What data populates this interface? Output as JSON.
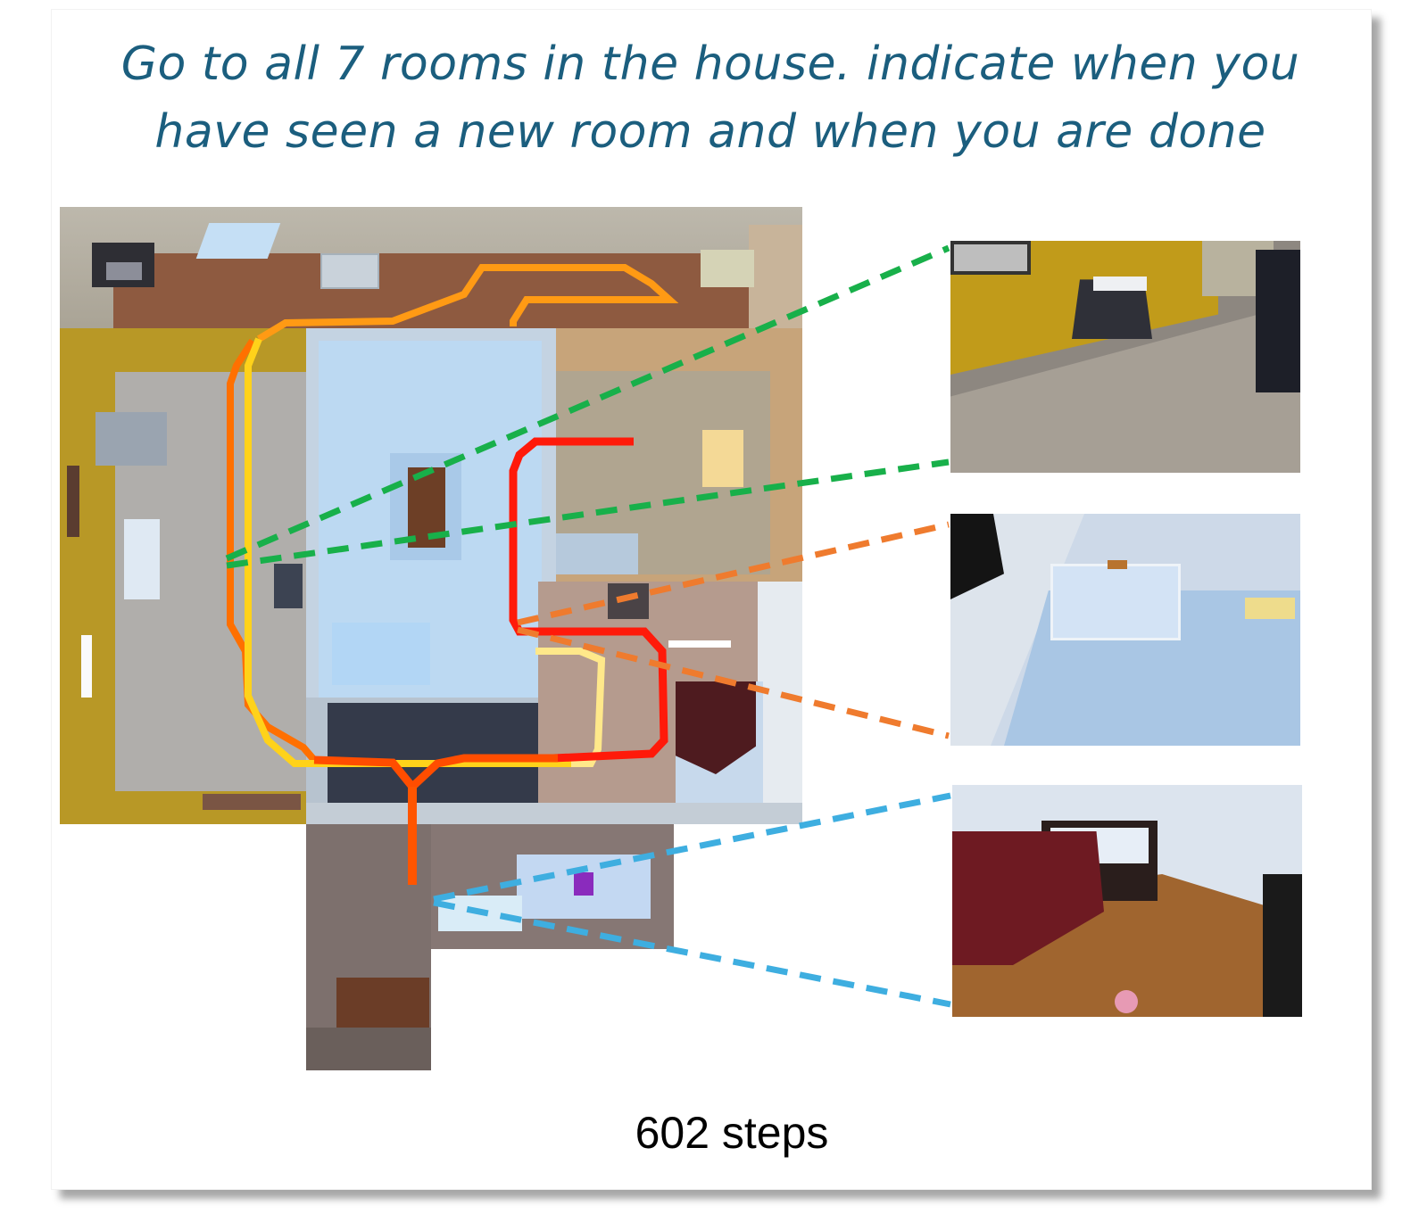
{
  "instruction": {
    "line1": "Go to all 7 rooms in the house. indicate when you",
    "line2": "have seen a new room and when you are done",
    "color": "#1b5e7e"
  },
  "map": {
    "label": "top-down house map",
    "rooms": [
      "top hallway",
      "left dining room",
      "center kitchen",
      "upper right room",
      "right bedroom",
      "center bathroom",
      "bottom living room"
    ],
    "paths": [
      {
        "name": "orange-path",
        "color": "#ff9a14"
      },
      {
        "name": "dark-orange-path",
        "color": "#ff6a00"
      },
      {
        "name": "yellow-path",
        "color": "#ffd21a"
      },
      {
        "name": "red-path",
        "color": "#ff1a0a"
      },
      {
        "name": "orange-red-path",
        "color": "#ff5500"
      }
    ]
  },
  "views": [
    {
      "name": "dining-room-view",
      "line_color": "#18b04a",
      "description": "yellow-walled room with table and chairs"
    },
    {
      "name": "white-bedroom-view",
      "line_color": "#ef7b2e",
      "description": "bedroom with white bed and blue floor"
    },
    {
      "name": "red-blanket-bedroom-view",
      "line_color": "#3eaee0",
      "description": "bedroom with dark red blanket and wooden floor"
    }
  ],
  "footer": {
    "steps": "602 steps"
  }
}
